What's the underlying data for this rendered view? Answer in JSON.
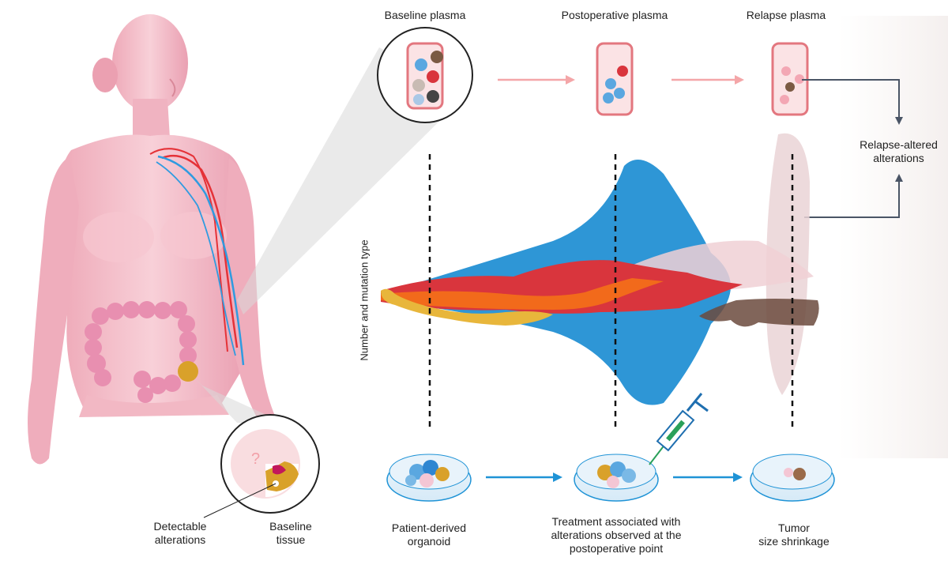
{
  "labels": {
    "baseline_plasma": "Baseline plasma",
    "postoperative_plasma": "Postoperative plasma",
    "relapse_plasma": "Relapse plasma",
    "relapse_altered_1": "Relapse-altered",
    "relapse_altered_2": "alterations",
    "y_axis": "Number and mutation type",
    "detectable_1": "Detectable",
    "detectable_2": "alterations",
    "baseline_tissue_1": "Baseline",
    "baseline_tissue_2": "tissue",
    "organoid_1": "Patient-derived",
    "organoid_2": "organoid",
    "treatment_1": "Treatment associated with",
    "treatment_2": "alterations observed at the",
    "treatment_3": "postoperative point",
    "tumor_1": "Tumor",
    "tumor_2": "size shrinkage",
    "question_mark": "?"
  },
  "colors": {
    "body_pink": "#f3b6c2",
    "body_dark": "#e58fa3",
    "colon": "#e88fb0",
    "artery": "#e53238",
    "vein": "#2f9be0",
    "blue_stream": "#2e96d6",
    "red_stream": "#d9353d",
    "orange_stream": "#f26a1b",
    "yellow_stream": "#e8b63b",
    "relapse_stream": "#ead3d6",
    "brown_stream": "#6b4a3d",
    "arrow_pink": "#f4a6a8",
    "arrow_blue": "#1f93d6",
    "arrow_slate": "#4a5566",
    "tumor_gold": "#d9a12a"
  }
}
